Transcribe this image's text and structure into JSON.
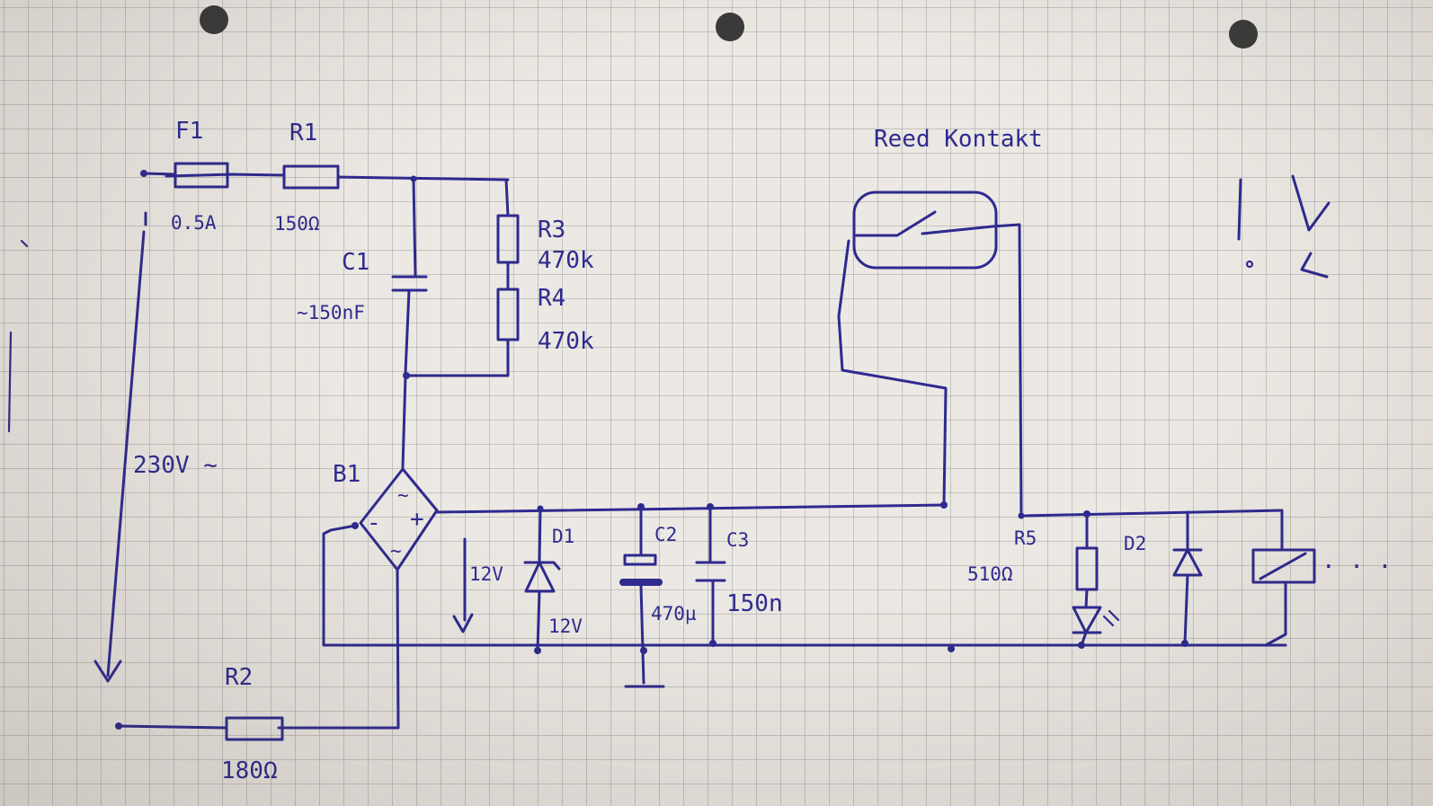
{
  "labels": {
    "f1": "F1",
    "f1_value": "0.5A",
    "r1": "R1",
    "r1_value": "150Ω",
    "c1": "C1",
    "c1_value": "~150nF",
    "r3": "R3",
    "r3_value": "470k",
    "r4": "R4",
    "r4_value": "470k",
    "mains": "230V ~",
    "b1": "B1",
    "b1_ac_top": "~",
    "b1_ac_bottom": "~",
    "b1_minus": "-",
    "b1_plus": "+",
    "d1": "D1",
    "d1_value": "12V",
    "v_measure": "12V",
    "c2": "C2",
    "c2_value": "470µ",
    "c3": "C3",
    "c3_value": "150n",
    "r2": "R2",
    "r2_value": "180Ω",
    "reed": "Reed Kontakt",
    "r5": "R5",
    "r5_value": "510Ω",
    "d2": "D2",
    "relay_dots": ". . .",
    "corner_note": "!"
  },
  "colors": {
    "ink": "#2e2a8f",
    "paper": "#ece8e3",
    "grid": "#8c8c8c"
  }
}
